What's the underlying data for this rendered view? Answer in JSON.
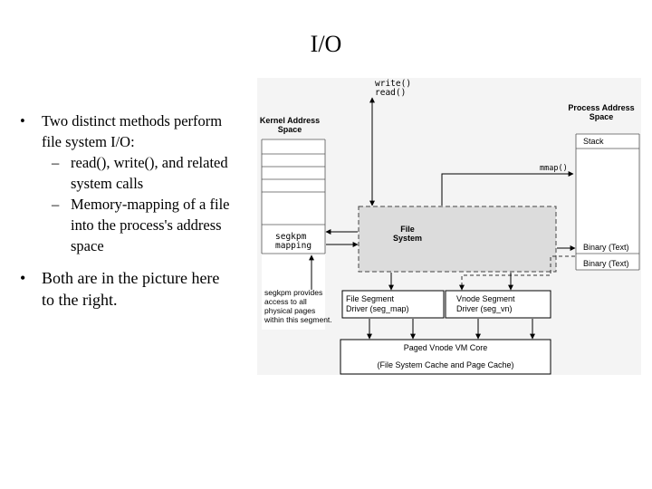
{
  "slide": {
    "title": "I/O",
    "bullets": [
      {
        "text_lines": [
          "Two distinct methods perform",
          "file system I/O:"
        ],
        "subitems": [
          [
            "read(), write(), and related",
            "system calls"
          ],
          [
            "Memory-mapping of a file",
            "into the process's address",
            "space"
          ]
        ]
      },
      {
        "text_lines": [
          "Both are in the picture here",
          "to the right."
        ]
      }
    ]
  },
  "diagram": {
    "write_call": "write()",
    "read_call": "read()",
    "kernel_address_space": [
      "Kernel Address",
      "Space"
    ],
    "process_address_space": [
      "Process Address",
      "Space"
    ],
    "stack": "Stack",
    "mmap_call": "mmap()",
    "file_system": [
      "File",
      "System"
    ],
    "segkpm_mapping": [
      "segkpm",
      "mapping"
    ],
    "binary_text_1": "Binary (Text)",
    "binary_text_2": "Binary (Text)",
    "segkpm_note": [
      "segkpm provides",
      "access to all",
      "physical pages",
      "within this segment."
    ],
    "seg_map_driver": [
      "File Segment",
      "Driver (seg_map)"
    ],
    "seg_vn_driver": [
      "Vnode Segment",
      "Driver (seg_vn)"
    ],
    "vm_core_title": "Paged Vnode VM Core",
    "vm_core_subtitle": "(File System Cache and Page Cache)"
  }
}
